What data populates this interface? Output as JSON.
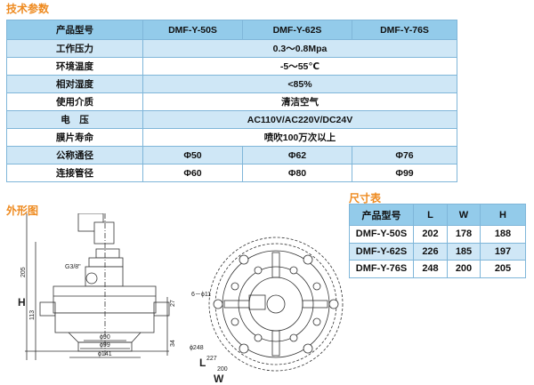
{
  "spec_title": "技术参数",
  "spec": {
    "header": [
      "产品型号",
      "DMF-Y-50S",
      "DMF-Y-62S",
      "DMF-Y-76S"
    ],
    "shared_rows": [
      {
        "label": "工作压力",
        "value": "0.3～0.8Mpa"
      },
      {
        "label": "环境温度",
        "value": "-5～55℃"
      },
      {
        "label": "相对湿度",
        "value": "<85%"
      },
      {
        "label": "使用介质",
        "value": "清洁空气"
      },
      {
        "label": "电　压",
        "value": "AC110V/AC220V/DC24V"
      },
      {
        "label": "膜片寿命",
        "value": "喷吹100万次以上"
      }
    ],
    "split_rows": [
      {
        "label": "公称通径",
        "values": [
          "Φ50",
          "Φ62",
          "Φ76"
        ]
      },
      {
        "label": "连接管径",
        "values": [
          "Φ60",
          "Φ80",
          "Φ99"
        ]
      }
    ]
  },
  "outline_title": "外形图",
  "dim_title": "尺寸表",
  "dim": {
    "header": [
      "产品型号",
      "L",
      "W",
      "H"
    ],
    "rows": [
      [
        "DMF-Y-50S",
        "202",
        "178",
        "188"
      ],
      [
        "DMF-Y-62S",
        "226",
        "185",
        "197"
      ],
      [
        "DMF-Y-76S",
        "248",
        "200",
        "205"
      ]
    ]
  },
  "drawing": {
    "side": {
      "H": "H",
      "d205": "205",
      "d113": "113",
      "d27": "27",
      "d34": "34",
      "port": "G3/8\"",
      "d90": "ϕ90",
      "d99": "ϕ99",
      "d141": "ϕ141"
    },
    "top": {
      "holes": "6－ϕ11",
      "d248": "ϕ248",
      "L": "L",
      "W": "W",
      "d227": "227",
      "d200": "200"
    }
  }
}
